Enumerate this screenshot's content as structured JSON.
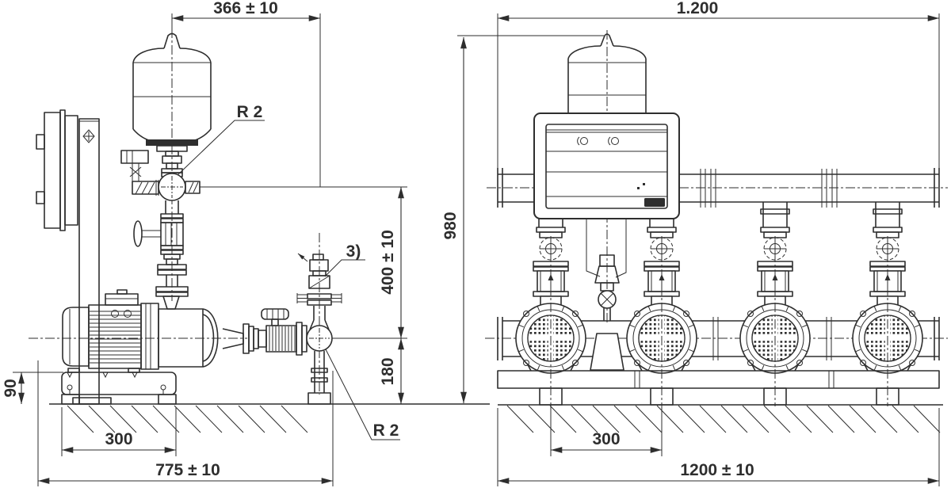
{
  "drawing": {
    "background": "#ffffff",
    "line_color": "#2e2e2e",
    "type": "installation dimension drawing, pressure boosting system with 4 pumps",
    "side": {
      "dim_width": "366 ± 10",
      "dim_outlet_height": "400 ± 10",
      "dim_outlet_floor": "180",
      "dim_base_height": "90",
      "dim_foot_spacing": "300",
      "dim_depth": "775 ± 10",
      "label_r2_top": "R 2",
      "label_r2_bottom": "R 2",
      "label_note3": "3)"
    },
    "front": {
      "dim_width": "1.200",
      "dim_height": "980",
      "dim_pump_spacing": "300",
      "dim_base_width": "1200 ± 10"
    }
  }
}
